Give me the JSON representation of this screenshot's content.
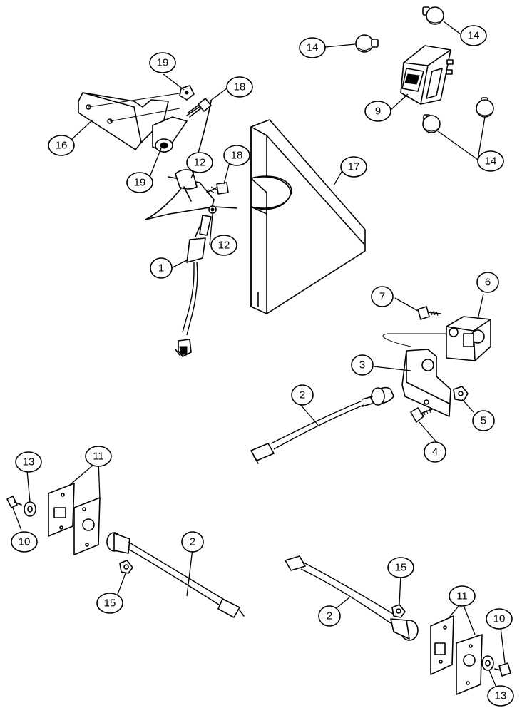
{
  "callouts": [
    {
      "id": "c14a",
      "label": "14"
    },
    {
      "id": "c14b",
      "label": "14"
    },
    {
      "id": "c9",
      "label": "9"
    },
    {
      "id": "c14c",
      "label": "14"
    },
    {
      "id": "c19a",
      "label": "19"
    },
    {
      "id": "c18a",
      "label": "18"
    },
    {
      "id": "c16",
      "label": "16"
    },
    {
      "id": "c19b",
      "label": "19"
    },
    {
      "id": "c12a",
      "label": "12"
    },
    {
      "id": "c18b",
      "label": "18"
    },
    {
      "id": "c17",
      "label": "17"
    },
    {
      "id": "c12b",
      "label": "12"
    },
    {
      "id": "c1",
      "label": "1"
    },
    {
      "id": "c7",
      "label": "7"
    },
    {
      "id": "c6",
      "label": "6"
    },
    {
      "id": "c3",
      "label": "3"
    },
    {
      "id": "c2a",
      "label": "2"
    },
    {
      "id": "c5",
      "label": "5"
    },
    {
      "id": "c4",
      "label": "4"
    },
    {
      "id": "c13a",
      "label": "13"
    },
    {
      "id": "c11a",
      "label": "11"
    },
    {
      "id": "c10a",
      "label": "10"
    },
    {
      "id": "c2b",
      "label": "2"
    },
    {
      "id": "c15a",
      "label": "15"
    },
    {
      "id": "c15b",
      "label": "15"
    },
    {
      "id": "c11b",
      "label": "11"
    },
    {
      "id": "c10b",
      "label": "10"
    },
    {
      "id": "c2c",
      "label": "2"
    },
    {
      "id": "c13b",
      "label": "13"
    }
  ]
}
